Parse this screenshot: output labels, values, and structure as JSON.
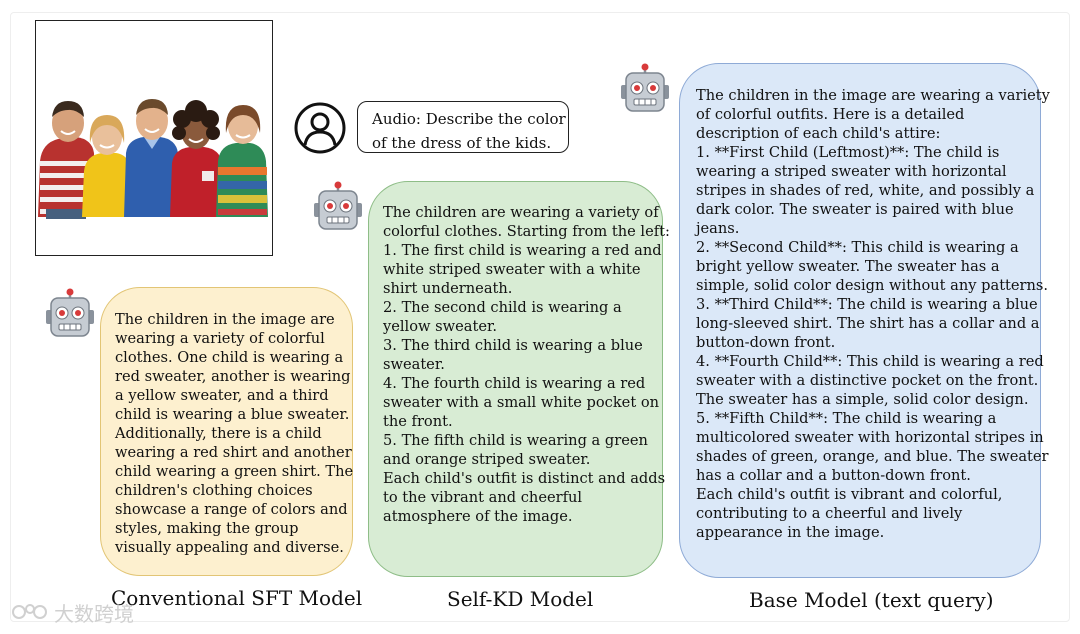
{
  "query": {
    "lines": [
      "Audio: Describe the color",
      "of the dress of the kids."
    ]
  },
  "sft": {
    "label": "Conventional SFT Model",
    "lines": [
      "The children in the image are",
      "wearing a variety of colorful",
      "clothes. One child is wearing a",
      "red sweater, another is wearing",
      "a yellow sweater, and a third",
      "child is wearing a blue sweater.",
      "Additionally, there is a child",
      "wearing a red shirt and another",
      "child wearing a green shirt. The",
      "children's clothing choices",
      "showcase a range of colors and",
      "styles, making the group",
      "visually appealing and diverse."
    ]
  },
  "selfkd": {
    "label": "Self-KD Model",
    "lines": [
      "The children are wearing a variety of",
      "colorful clothes. Starting from the left:",
      "1. The first child is wearing a red and",
      "white striped sweater with a white",
      "shirt underneath.",
      "2. The second child is wearing a",
      "yellow sweater.",
      "3. The third child is wearing a blue",
      "sweater.",
      "4. The fourth child is wearing a red",
      "sweater with a small white pocket on",
      "the front.",
      "5. The fifth child is wearing a green",
      "and orange striped sweater.",
      "Each child's outfit is distinct and adds",
      "to the vibrant and cheerful",
      "atmosphere of the image."
    ]
  },
  "base": {
    "label": "Base Model (text query)",
    "lines": [
      "The children in the image are wearing a variety",
      "of colorful outfits. Here is a detailed",
      "description of each child's attire:",
      "1. **First Child (Leftmost)**: The child is",
      "wearing a striped sweater with horizontal",
      "stripes in shades of red, white, and possibly a",
      "dark color. The sweater is paired with blue",
      "jeans.",
      "2. **Second Child**: This child is wearing a",
      "bright yellow sweater. The sweater has a",
      "simple, solid color design without any patterns.",
      "3. **Third Child**: The child is wearing a blue",
      "long-sleeved shirt. The shirt has a collar and a",
      "button-down front.",
      "4. **Fourth Child**: This child is wearing a red",
      "sweater with a distinctive pocket on the front.",
      "The sweater has a simple, solid color design.",
      "5. **Fifth Child**: The child is wearing a",
      "multicolored sweater with horizontal stripes in",
      "shades of green, orange, and blue. The sweater",
      "has a collar and a button-down front.",
      "Each child's outfit is vibrant and colorful,",
      "contributing to a cheerful and lively",
      "appearance in the image."
    ]
  },
  "watermark": "大数跨境",
  "icons": {
    "user": "user-icon",
    "robot": "robot-icon",
    "photo": "children-photo"
  }
}
